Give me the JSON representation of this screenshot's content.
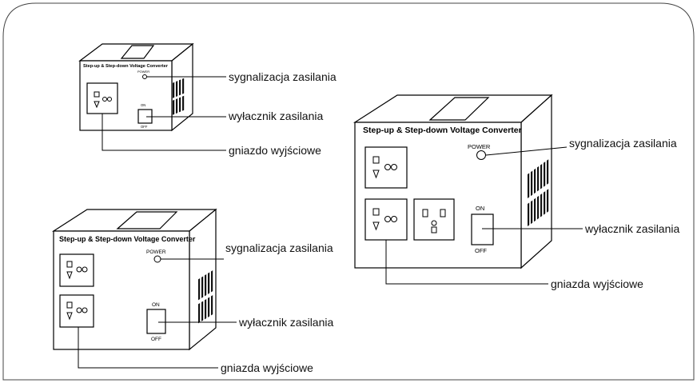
{
  "converters": [
    {
      "title": "Step-up & Step-down Voltage Converter",
      "power_label": "POWER",
      "on_label": "ON",
      "off_label": "OFF",
      "callouts": {
        "indicator": "sygnalizacja zasilania",
        "switch": "wyłacznik zasilania",
        "outlet": "gniazdo wyjściowe"
      }
    },
    {
      "title": "Step-up & Step-down Voltage Converter",
      "power_label": "POWER",
      "on_label": "ON",
      "off_label": "OFF",
      "callouts": {
        "indicator": "sygnalizacja zasilania",
        "switch": "wyłacznik zasilania",
        "outlet": "gniazda wyjściowe"
      }
    },
    {
      "title": "Step-up & Step-down Voltage Converter",
      "power_label": "POWER",
      "on_label": "ON",
      "off_label": "OFF",
      "callouts": {
        "indicator": "sygnalizacja zasilania",
        "switch": "wyłacznik zasilania",
        "outlet": "gniazda wyjściowe"
      }
    }
  ]
}
